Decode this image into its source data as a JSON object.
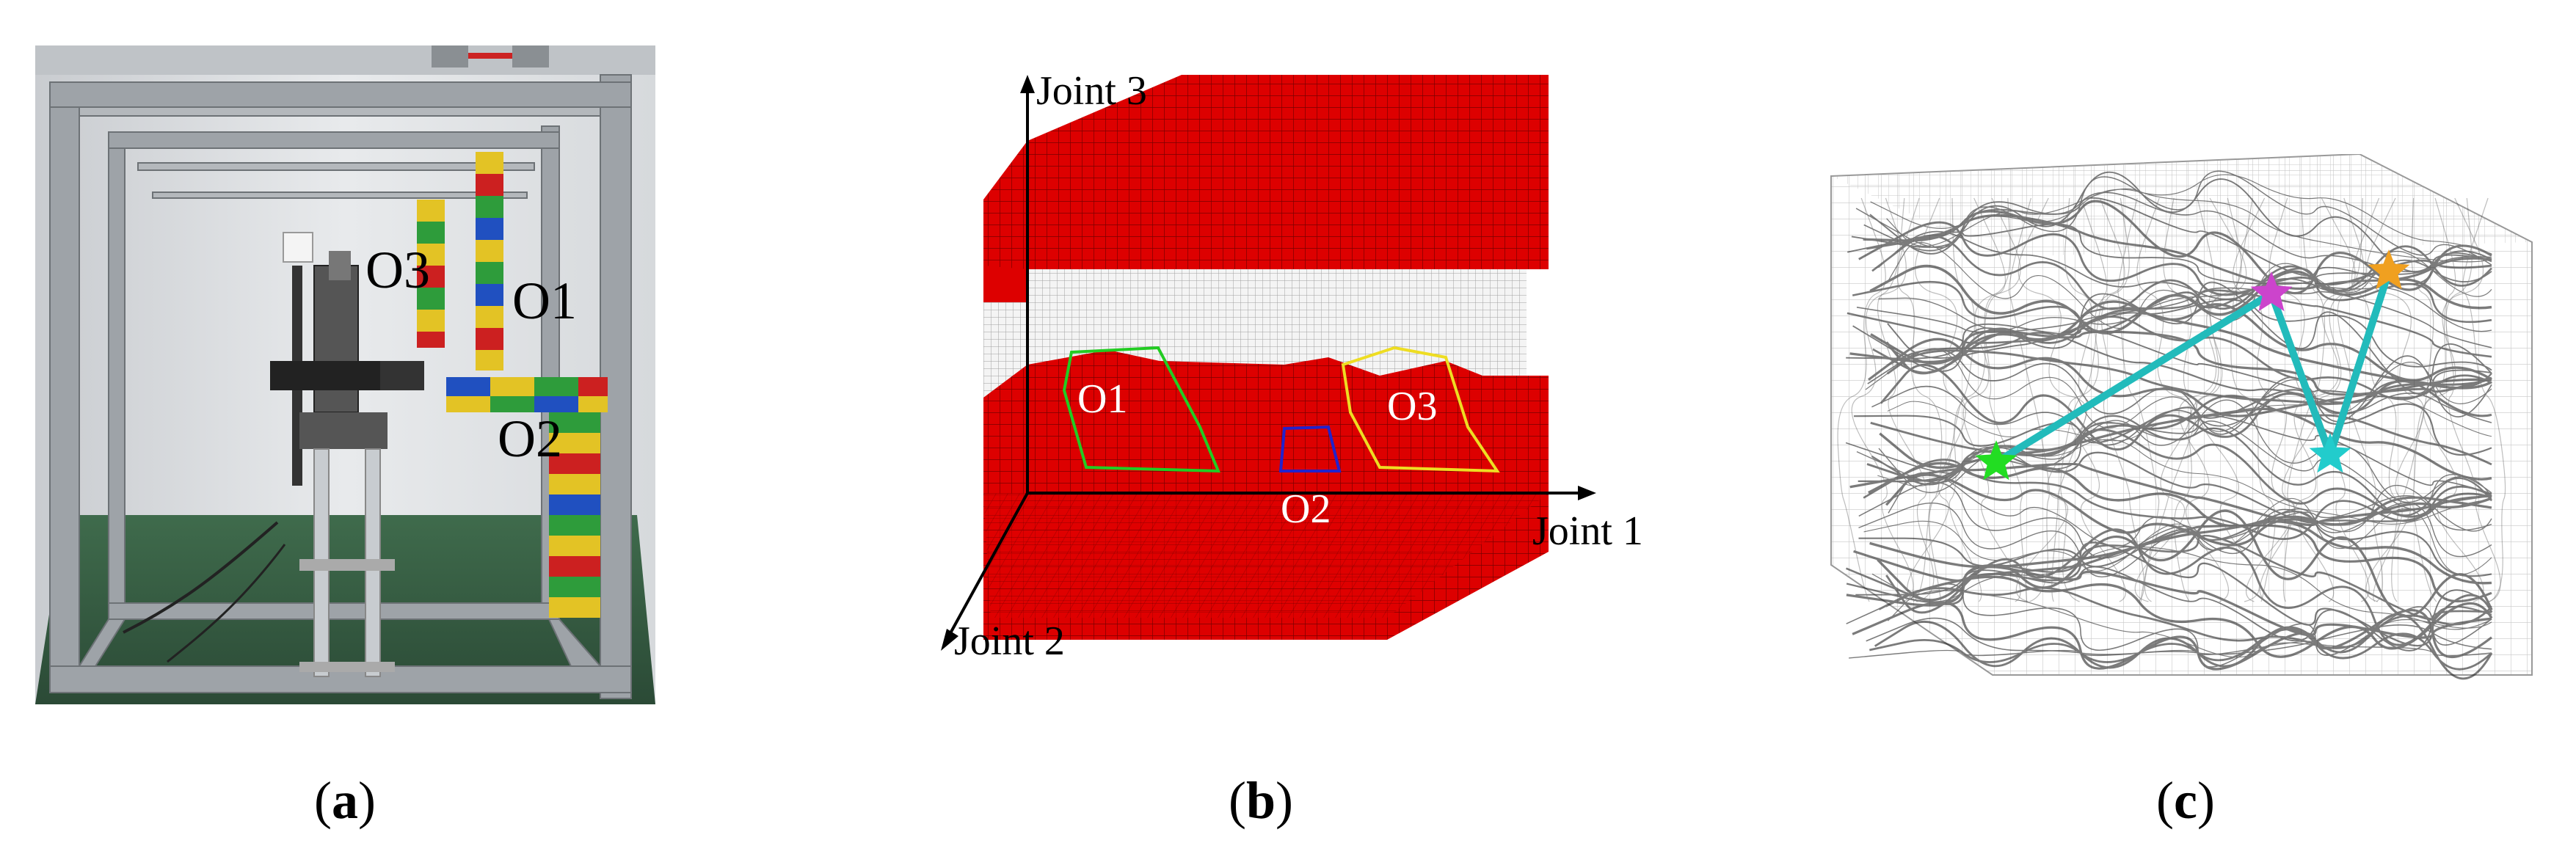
{
  "figure": {
    "panel_a": {
      "caption_open": "(",
      "caption_letter": "a",
      "caption_close": ")",
      "labels": {
        "o1": "O1",
        "o2": "O2",
        "o3": "O3"
      }
    },
    "panel_b": {
      "caption_open": "(",
      "caption_letter": "b",
      "caption_close": ")",
      "axes": {
        "joint1": "Joint 1",
        "joint2": "Joint 2",
        "joint3": "Joint 3"
      },
      "regions": {
        "o1": "O1",
        "o2": "O2",
        "o3": "O3"
      },
      "colors": {
        "obstacle": "#dd0000",
        "o1_outline": "#22cc22",
        "o2_outline": "#2222cc",
        "o3_outline": "#eedd22"
      }
    },
    "panel_c": {
      "caption_open": "(",
      "caption_letter": "c",
      "caption_close": ")",
      "colors": {
        "path": "#22bbbb",
        "start_star": "#22dd22",
        "via1_star": "#cc44cc",
        "via2_star": "#22cccc",
        "goal_star": "#f0a020"
      }
    }
  }
}
